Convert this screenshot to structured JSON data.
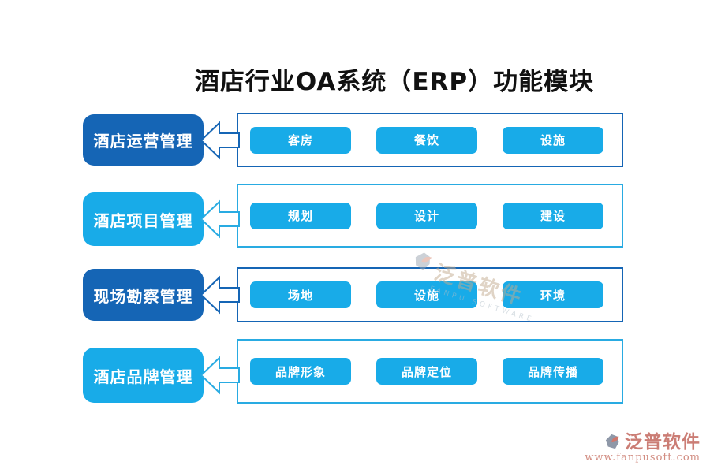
{
  "title": "酒店行业OA系统（ERP）功能模块",
  "colors": {
    "dark_blue": "#1565b5",
    "light_blue": "#18abe8",
    "container_light_border": "#29abe2",
    "brand_salmon": "#cb7d75",
    "title_color": "#111111"
  },
  "rows": [
    {
      "label": "酒店运营管理",
      "theme": "dark",
      "buttons": [
        "客房",
        "餐饮",
        "设施"
      ]
    },
    {
      "label": "酒店项目管理",
      "theme": "light",
      "buttons": [
        "规划",
        "设计",
        "建设"
      ]
    },
    {
      "label": "现场勘察管理",
      "theme": "dark",
      "buttons": [
        "场地",
        "设施",
        "环境"
      ]
    },
    {
      "label": "酒店品牌管理",
      "theme": "light",
      "buttons": [
        "品牌形象",
        "品牌定位",
        "品牌传播"
      ]
    }
  ],
  "watermark": {
    "cn": "泛普软件",
    "en": "FANPU SOFTWARE"
  },
  "footer": {
    "brand": "泛普软件",
    "url": "www.fanpusoft.com"
  }
}
